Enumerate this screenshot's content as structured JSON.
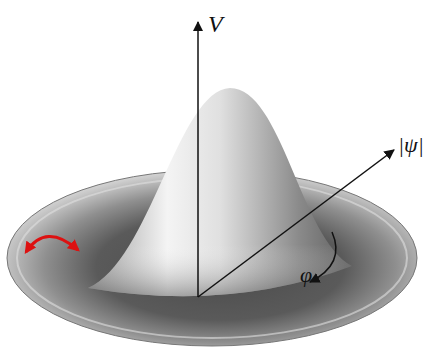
{
  "diagram": {
    "labels": [
      "V",
      "|ψ|",
      "φ"
    ]
  }
}
